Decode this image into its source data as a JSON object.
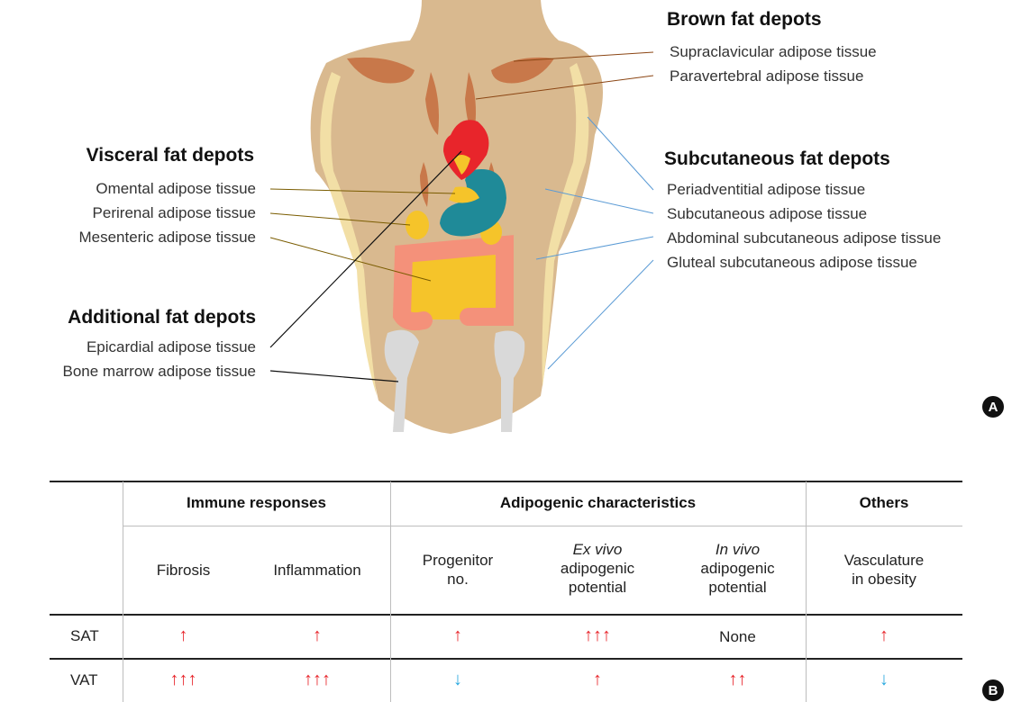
{
  "panel_a": {
    "badge": "A",
    "brown": {
      "heading": "Brown fat depots",
      "items": [
        "Supraclavicular adipose tissue",
        "Paravertebral adipose tissue"
      ]
    },
    "subcutaneous": {
      "heading": "Subcutaneous fat depots",
      "items": [
        "Periadventitial adipose tissue",
        "Subcutaneous adipose tissue",
        "Abdominal subcutaneous adipose tissue",
        "Gluteal subcutaneous adipose tissue"
      ]
    },
    "visceral": {
      "heading": "Visceral fat depots",
      "items": [
        "Omental adipose tissue",
        "Perirenal adipose tissue",
        "Mesenteric adipose tissue"
      ]
    },
    "additional": {
      "heading": "Additional fat depots",
      "items": [
        "Epicardial adipose tissue",
        "Bone marrow adipose tissue"
      ]
    },
    "colors": {
      "skin": "#d9b98f",
      "subcutaneous_fat": "#f2dfa6",
      "brown_fat": "#c8784a",
      "heart": "#e8252b",
      "stomach": "#1f8a98",
      "intestine": "#f4917a",
      "mesenteric": "#f5c42a",
      "bone": "#d9d9d9",
      "brown_leader": "#8b4513",
      "subcutaneous_leader": "#5b9bd5",
      "visceral_leader": "#7a5c00",
      "additional_leader": "#111111"
    }
  },
  "panel_b": {
    "badge": "B",
    "groups": [
      "Immune responses",
      "Adipogenic characteristics",
      "Others"
    ],
    "columns": [
      [
        "Fibrosis"
      ],
      [
        "Inflammation"
      ],
      [
        "Progenitor",
        "no."
      ],
      [
        "Ex vivo",
        "adipogenic",
        "potential"
      ],
      [
        "In vivo",
        "adipogenic",
        "potential"
      ],
      [
        "Vasculature",
        "in obesity"
      ]
    ],
    "rows": [
      {
        "label": "SAT",
        "cells": [
          {
            "text": "↑",
            "dir": "up"
          },
          {
            "text": "↑",
            "dir": "up"
          },
          {
            "text": "↑",
            "dir": "up"
          },
          {
            "text": "↑↑↑",
            "dir": "up"
          },
          {
            "text": "None",
            "dir": "none"
          },
          {
            "text": "↑",
            "dir": "up"
          }
        ]
      },
      {
        "label": "VAT",
        "cells": [
          {
            "text": "↑↑↑",
            "dir": "up"
          },
          {
            "text": "↑↑↑",
            "dir": "up"
          },
          {
            "text": "↓",
            "dir": "down"
          },
          {
            "text": "↑",
            "dir": "up"
          },
          {
            "text": "↑↑",
            "dir": "up"
          },
          {
            "text": "↓",
            "dir": "down"
          }
        ]
      }
    ]
  }
}
